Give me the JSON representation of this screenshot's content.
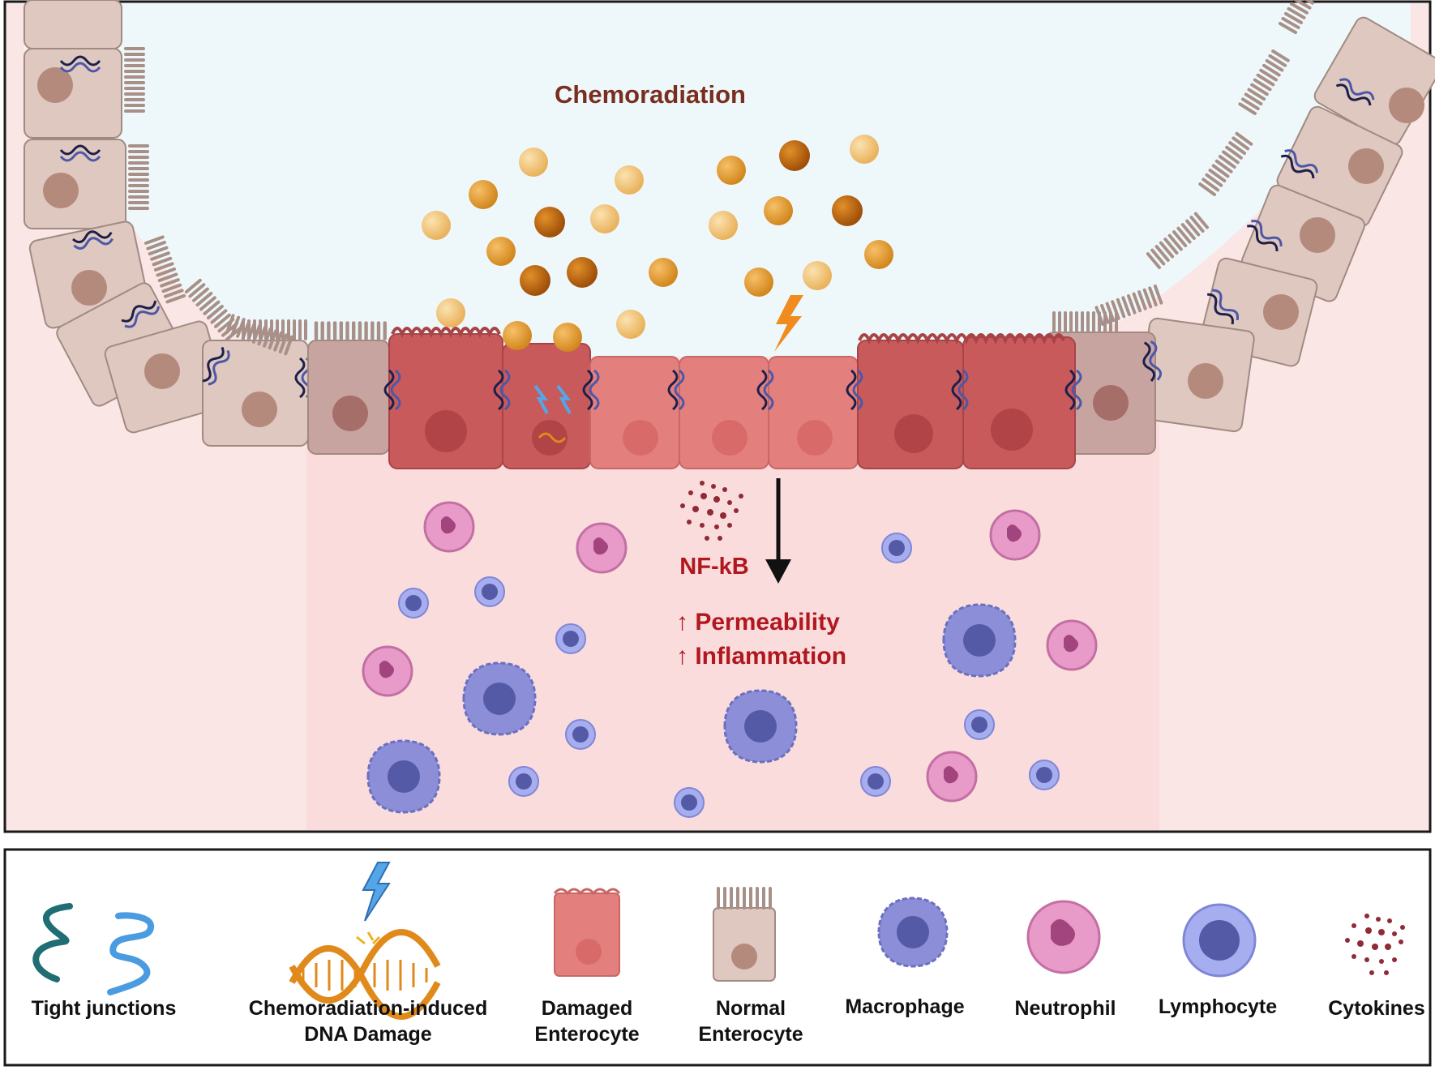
{
  "diagram": {
    "title": "Chemoradiation",
    "pathway_label": "NF-kB",
    "effects": [
      "↑ Permeability",
      "↑ Inflammation"
    ]
  },
  "legend": [
    {
      "icon": "tight-junction-icon",
      "lines": [
        "Tight junctions"
      ]
    },
    {
      "icon": "dna-damage-icon",
      "lines": [
        "Chemoradiation-induced",
        "DNA Damage"
      ]
    },
    {
      "icon": "damaged-enterocyte-icon",
      "lines": [
        "Damaged",
        "Enterocyte"
      ]
    },
    {
      "icon": "normal-enterocyte-icon",
      "lines": [
        "Normal",
        "Enterocyte"
      ]
    },
    {
      "icon": "macrophage-icon",
      "lines": [
        "Macrophage"
      ]
    },
    {
      "icon": "neutrophil-icon",
      "lines": [
        "Neutrophil"
      ]
    },
    {
      "icon": "lymphocyte-icon",
      "lines": [
        "Lymphocyte"
      ]
    },
    {
      "icon": "cytokines-icon",
      "lines": [
        "Cytokines"
      ]
    }
  ],
  "colors": {
    "lumen": "#eef8fa",
    "lamina": "#fadcdc",
    "normal_cell": "#dfc8c0",
    "damaged_cell": "#c85a5c",
    "drug_light": "#f3c677",
    "drug_mid": "#e59a2c",
    "drug_dark": "#c56b10",
    "text_title": "#7a2e1f",
    "text_effect": "#b0171f"
  }
}
